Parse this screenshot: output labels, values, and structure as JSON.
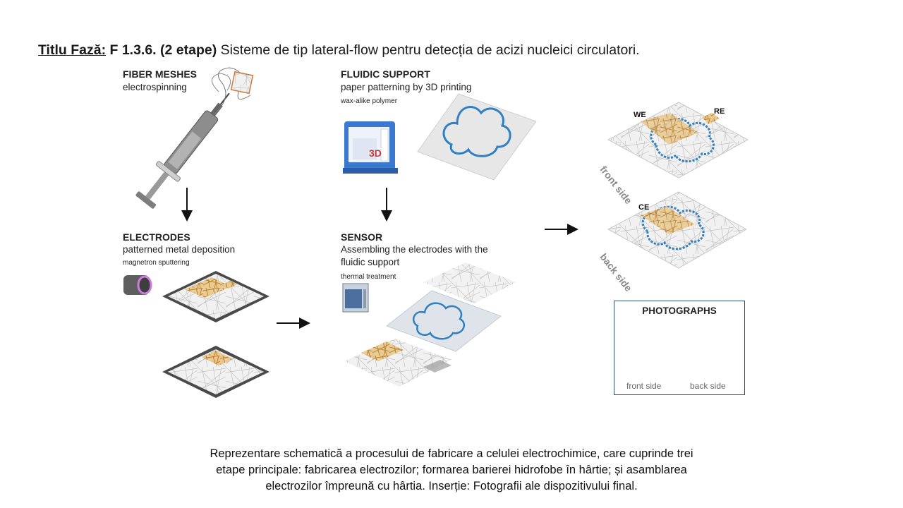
{
  "title": {
    "label": "Titlu Fază:",
    "code": "F 1.3.6. (2 etape)",
    "text": "Sisteme de tip lateral-flow pentru detecția de acizi nucleici circulatori."
  },
  "steps": {
    "fiber": {
      "header": "FIBER MESHES",
      "sub": "electrospinning"
    },
    "electrodes": {
      "header": "ELECTRODES",
      "sub": "patterned metal deposition",
      "small": "magnetron sputtering"
    },
    "fluidic": {
      "header": "FLUIDIC SUPPORT",
      "sub": "paper patterning by 3D printing",
      "small": "wax-alike polymer",
      "printer_label": "3D"
    },
    "sensor": {
      "header": "SENSOR",
      "sub1": "Assembling the electrodes with the",
      "sub2": "fluidic support",
      "small": "thermal treatment"
    }
  },
  "result": {
    "front": {
      "side_label": "front side",
      "we": "WE",
      "re": "RE"
    },
    "back": {
      "side_label": "back side",
      "ce": "CE"
    }
  },
  "photographs": {
    "title": "PHOTOGRAPHS",
    "front": "front side",
    "back": "back side"
  },
  "caption": {
    "line1": "Reprezentare schematică a procesului de fabricare a celulei electrochimice, care cuprinde trei",
    "line2": "etape principale: fabricarea electrozilor; formarea barierei hidrofobe în hârtie; și asamblarea",
    "line3": "electrozilor împreună cu hârtia. Inserție: Fotografii ale dispozitivului final."
  },
  "colors": {
    "gold": "#c9963f",
    "blue": "#2f7fc4",
    "frame": "#2f4e73"
  }
}
